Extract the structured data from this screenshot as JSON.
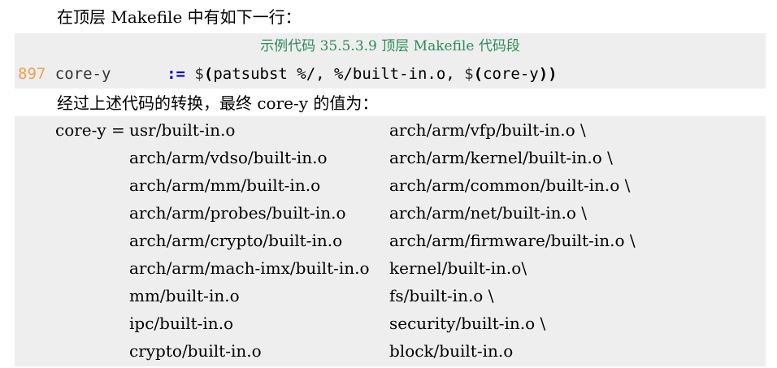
{
  "intro": "在顶层 Makefile 中有如下一行：",
  "code": {
    "caption": "示例代码 35.5.3.9 顶层 Makefile 代码段",
    "line_number": "897",
    "var": "core-y",
    "spacing": "      ",
    "assign": ":=",
    "dollar1": "$",
    "paren_open": "(",
    "fn_body": "patsubst %/, %/built-in.o, ",
    "dollar2": "$",
    "inner_open": "(",
    "inner_var": "core-y",
    "close": "))"
  },
  "result_intro": "经过上述代码的转换，最终 core-y 的值为：",
  "result": {
    "label": "core-y =",
    "rows": [
      {
        "left": "usr/built-in.o",
        "right": "arch/arm/vfp/built-in.o \\"
      },
      {
        "left": "arch/arm/vdso/built-in.o",
        "right": "arch/arm/kernel/built-in.o \\"
      },
      {
        "left": "arch/arm/mm/built-in.o",
        "right": "arch/arm/common/built-in.o \\"
      },
      {
        "left": "arch/arm/probes/built-in.o",
        "right": "arch/arm/net/built-in.o \\"
      },
      {
        "left": "arch/arm/crypto/built-in.o",
        "right": "arch/arm/firmware/built-in.o \\"
      },
      {
        "left": "arch/arm/mach-imx/built-in.o",
        "right": "kernel/built-in.o\\"
      },
      {
        "left": "mm/built-in.o",
        "right": "fs/built-in.o \\"
      },
      {
        "left": "ipc/built-in.o",
        "right": "security/built-in.o \\"
      },
      {
        "left": "crypto/built-in.o",
        "right": "block/built-in.o"
      }
    ]
  }
}
